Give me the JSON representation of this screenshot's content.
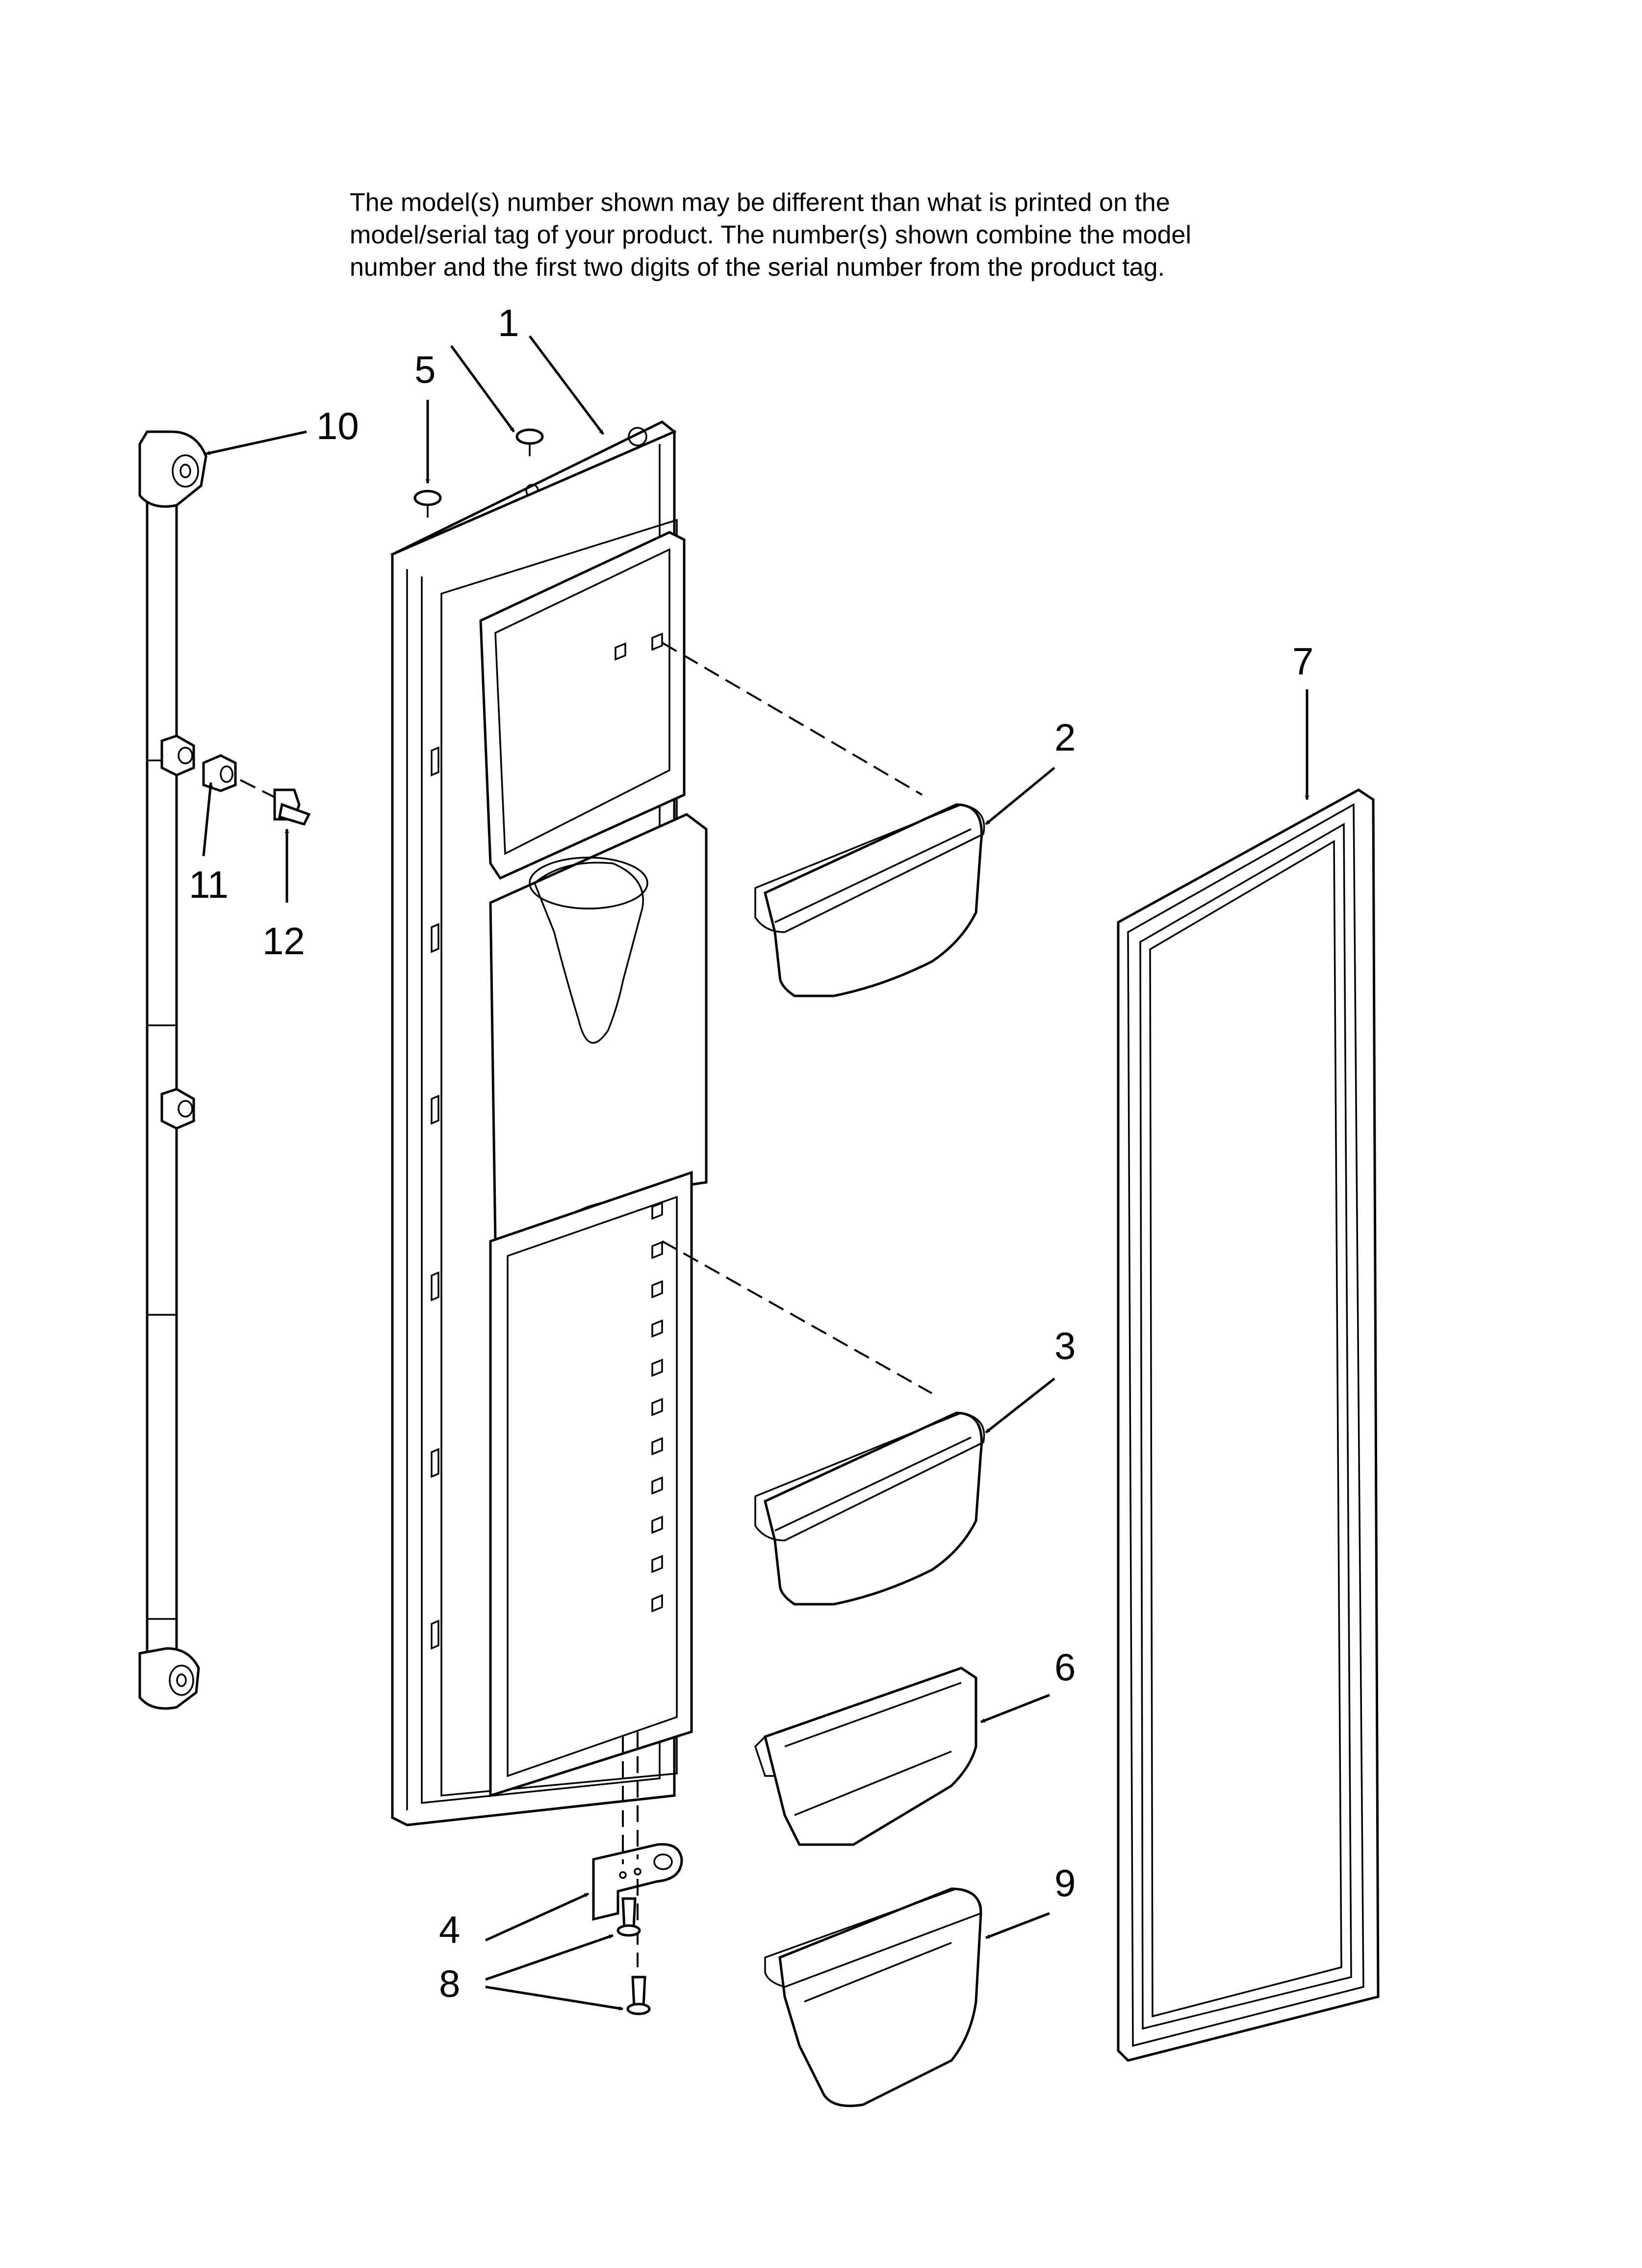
{
  "notice": {
    "line1": "The model(s) number shown may be different than what is printed on the",
    "line2": "model/serial tag of your product. The number(s) shown combine the model",
    "line3": "number and the first two digits of the serial number from the product tag."
  },
  "callouts": {
    "c1": "1",
    "c2": "2",
    "c3": "3",
    "c4": "4",
    "c5": "5",
    "c6": "6",
    "c7": "7",
    "c8": "8",
    "c9": "9",
    "c10": "10",
    "c11": "11",
    "c12": "12"
  }
}
